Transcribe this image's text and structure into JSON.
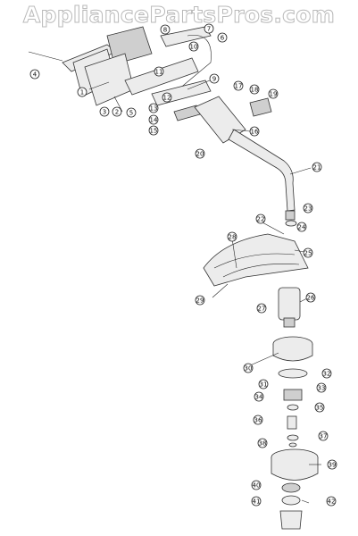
{
  "watermark": "AppliancePartsPros.com",
  "diagram": {
    "callout_numbers": [
      "1",
      "2",
      "3",
      "4",
      "5",
      "6",
      "7",
      "8",
      "9",
      "10",
      "11",
      "12",
      "13",
      "14",
      "15",
      "16",
      "17",
      "18",
      "19",
      "20",
      "21",
      "22",
      "23",
      "24",
      "25",
      "26",
      "27",
      "28",
      "29",
      "30",
      "31",
      "32",
      "33",
      "34",
      "35",
      "36",
      "37",
      "38",
      "39",
      "40",
      "41",
      "42"
    ]
  }
}
